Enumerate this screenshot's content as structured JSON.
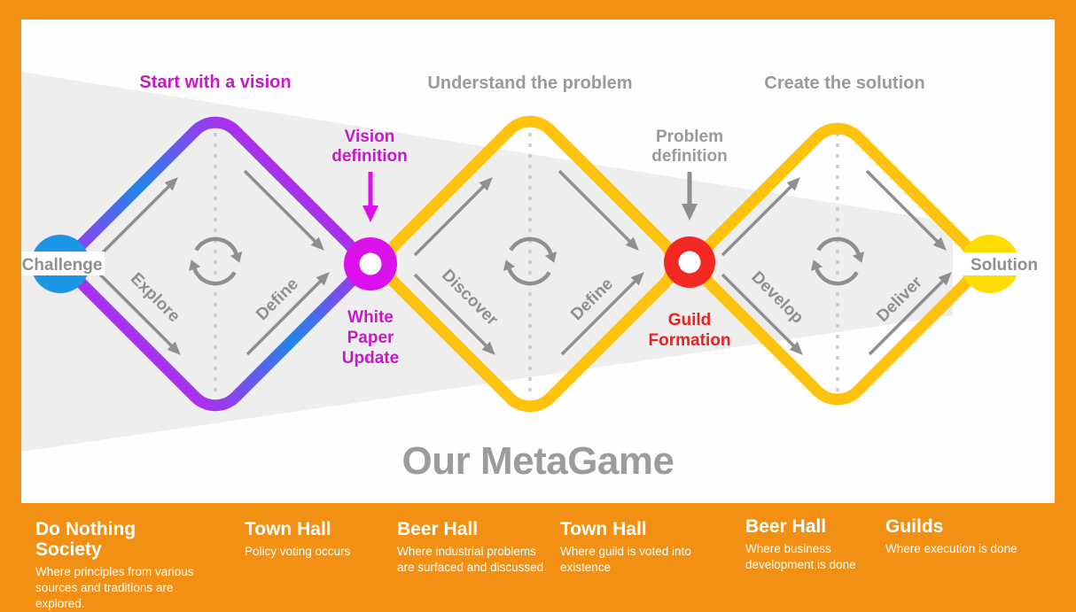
{
  "colors": {
    "orange": "#F19013",
    "canvasWhite": "#FEFEFE",
    "wedge": "#EFEEEF",
    "magentaText": "#C41AC8",
    "magentaBright": "#DC10EC",
    "blueNode": "#1E96E8",
    "blueEdge": "#2384EA",
    "gold": "#FFC30D",
    "solutionYellow": "#FFDD04",
    "redNode": "#F42822",
    "redText": "#E82121",
    "grayText": "#9A9A9A",
    "grayArrow": "#8F8F8F",
    "dash": "#CBCBCB",
    "titleGray": "#9C9C9C"
  },
  "title": "Our MetaGame",
  "phases": [
    {
      "label": "Start with a vision"
    },
    {
      "label": "Understand the problem"
    },
    {
      "label": "Create the solution"
    }
  ],
  "endpoints": {
    "start": "Challenge",
    "end": "Solution"
  },
  "milestones": [
    {
      "label_lines": [
        "Vision",
        "definition"
      ],
      "sublabel_lines": [
        "White",
        "Paper",
        "Update"
      ]
    },
    {
      "label_lines": [
        "Problem",
        "definition"
      ],
      "sublabel_lines": [
        "Guild",
        "Formation"
      ]
    }
  ],
  "diamond_stages": [
    {
      "left": "Explore",
      "right": "Define"
    },
    {
      "left": "Discover",
      "right": "Define"
    },
    {
      "left": "Develop",
      "right": "Deliver"
    }
  ],
  "legend": [
    {
      "heading": "Do Nothing Society",
      "description": "Where principles from various sources and traditions are explored."
    },
    {
      "heading": "Town Hall",
      "description": "Policy voting occurs"
    },
    {
      "heading": "Beer Hall",
      "description": "Where industrial problems are surfaced and discussed"
    },
    {
      "heading": "Town Hall",
      "description": "Where guild is voted into existence"
    },
    {
      "heading": "Beer Hall",
      "description": "Where business development is done"
    },
    {
      "heading": "Guilds",
      "description": "Where execution is done"
    }
  ]
}
